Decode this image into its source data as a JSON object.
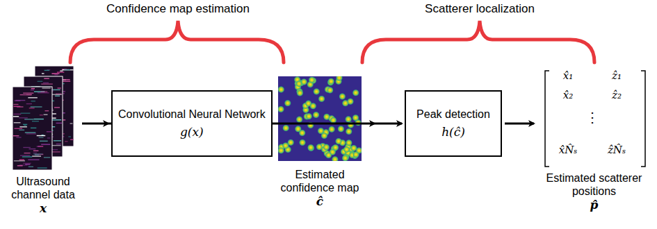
{
  "diagram": {
    "nodes": [
      {
        "text": [
          "Ultrasound channel data",
          "x"
        ]
      },
      {
        "text": [
          "Convolutional Neural Network",
          "g(x)"
        ]
      },
      {
        "text": [
          "Estimated confidence map",
          "ĉ"
        ]
      },
      {
        "text": [
          "Peak detection",
          "h(ĉ)"
        ]
      },
      {
        "text": [
          "Estimated scatterer positions",
          "p̂"
        ]
      }
    ],
    "edges": [
      {
        "from": 0,
        "to": 1,
        "arrow": "to"
      },
      {
        "from": 1,
        "to": 2,
        "arrow": "to"
      },
      {
        "from": 2,
        "to": 3,
        "arrow": "to"
      },
      {
        "from": 3,
        "to": 4,
        "arrow": "to"
      }
    ],
    "labels": [
      "Confidence map estimation",
      "Scatterer localization",
      "x̂₁",
      "ẑ₁",
      "x̂₂",
      "ẑ₂",
      "⋮",
      "x̂N̂ₛ",
      "ẑN̂ₛ"
    ]
  }
}
